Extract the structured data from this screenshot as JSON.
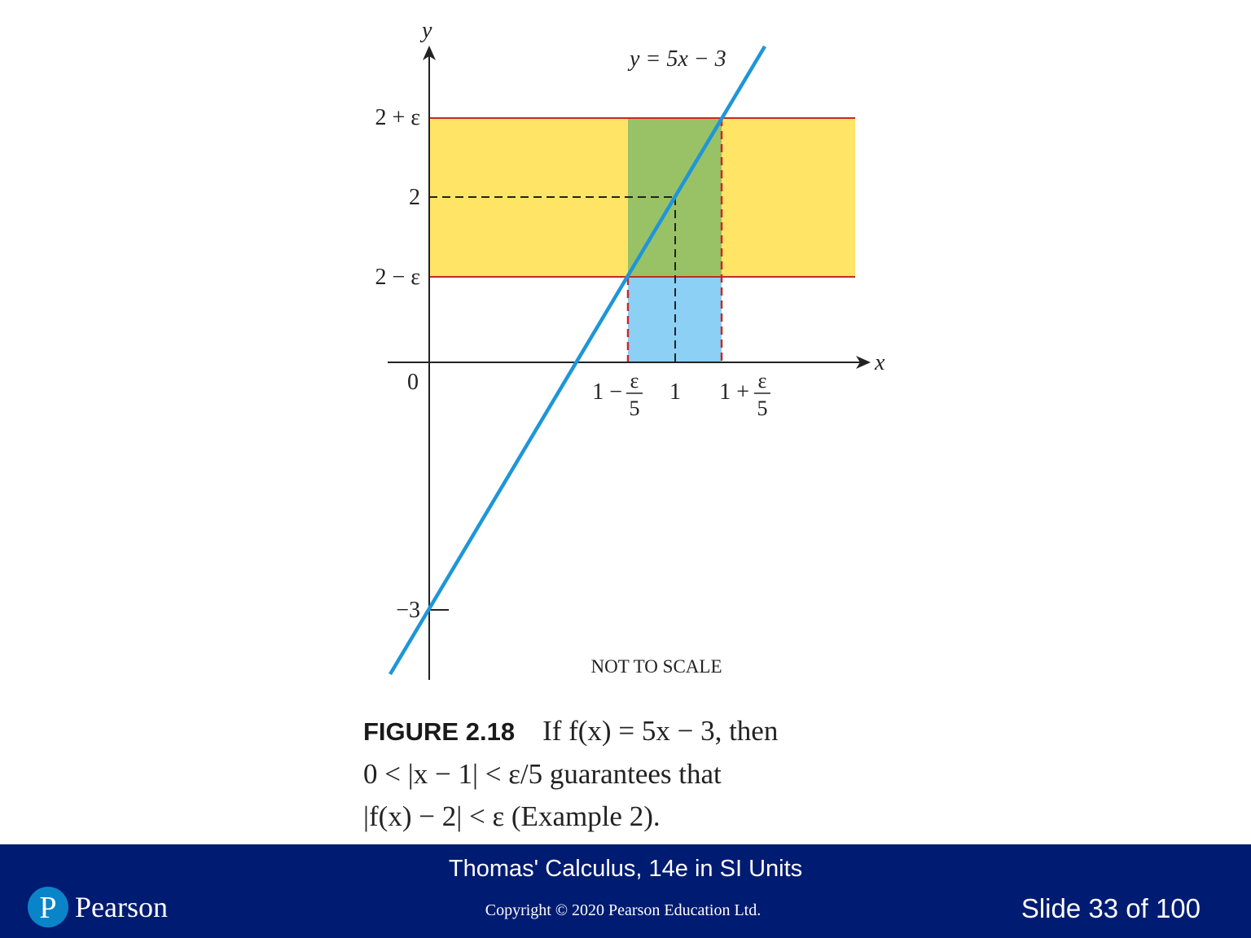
{
  "figure": {
    "y_axis_label": "y",
    "x_axis_label": "x",
    "line_label": "y = 5x − 3",
    "y_ticks": {
      "top": "2 + ε",
      "mid": "2",
      "bottom": "2 − ε",
      "origin": "0",
      "intercept": "−3"
    },
    "x_ticks": {
      "left_num": "1 −",
      "left_frac_num": "ε",
      "left_frac_den": "5",
      "center": "1",
      "right_num": "1 +",
      "right_frac_num": "ε",
      "right_frac_den": "5"
    },
    "note": "NOT TO SCALE",
    "colors": {
      "yellow_band": "#ffe466",
      "green_region": "#99c266",
      "blue_region": "#8cd0f5",
      "line": "#1e96d8",
      "bound": "#c82828"
    }
  },
  "caption": {
    "label": "FIGURE 2.18",
    "line1": "If f(x) = 5x − 3, then",
    "line2": "0 < |x − 1| < ε/5 guarantees that",
    "line3": "|f(x) − 2| < ε (Example 2)."
  },
  "footer": {
    "book_title": "Thomas' Calculus, 14e in SI Units",
    "copyright": "Copyright © 2020 Pearson Education Ltd.",
    "slide_number": "Slide 33 of 100",
    "logo_text": "Pearson",
    "logo_letter": "P",
    "bg_color": "#001b72"
  }
}
